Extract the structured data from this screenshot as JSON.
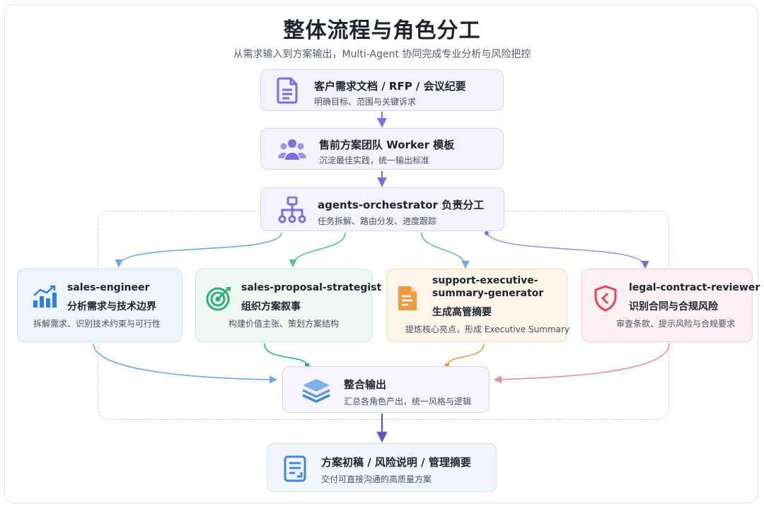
{
  "header": {
    "title": "整体流程与角色分工",
    "subtitle": "从需求输入到方案输出，Multi-Agent 协同完成专业分析与风险把控"
  },
  "flow": [
    {
      "title": "客户需求文档 / RFP / 会议纪要",
      "subtitle": "明确目标、范围与关键诉求",
      "icon": "document-icon"
    },
    {
      "title": "售前方案团队 Worker 模板",
      "subtitle": "沉淀最佳实践，统一输出标准",
      "icon": "team-icon"
    },
    {
      "title": "agents-orchestrator 负责分工",
      "subtitle": "任务拆解、路由分发、进度跟踪",
      "icon": "hierarchy-icon"
    }
  ],
  "agents": [
    {
      "name": "sales-engineer",
      "role": "分析需求与技术边界",
      "desc": "拆解需求、识别技术约束与可行性",
      "color": "#2f7fe0",
      "icon": "chart-up-icon"
    },
    {
      "name": "sales-proposal-strategist",
      "role": "组织方案叙事",
      "desc": "构建价值主张、策划方案结构",
      "color": "#2bb07a",
      "icon": "target-icon"
    },
    {
      "name_line1": "support-executive-",
      "name_line2": "summary-generator",
      "role": "生成高管摘要",
      "desc": "提炼核心亮点，形成 Executive Summary",
      "color": "#f09a3e",
      "icon": "summary-doc-icon"
    },
    {
      "name": "legal-contract-reviewer",
      "role": "识别合同与合规风险",
      "desc": "审查条款、提示风险与合规要求",
      "color": "#e0475f",
      "icon": "shield-icon"
    }
  ],
  "merge": {
    "title": "整合输出",
    "subtitle": "汇总各角色产出，统一风格与逻辑",
    "icon": "layers-icon"
  },
  "output": {
    "title": "方案初稿 / 风险说明 / 管理摘要",
    "subtitle": "交付可直接沟通的高质量方案",
    "icon": "report-icon"
  },
  "colors": {
    "accent": "#7b6fe0",
    "blue": "#2f7fe0",
    "green": "#2bb07a",
    "orange": "#f09a3e",
    "red": "#e0475f"
  }
}
